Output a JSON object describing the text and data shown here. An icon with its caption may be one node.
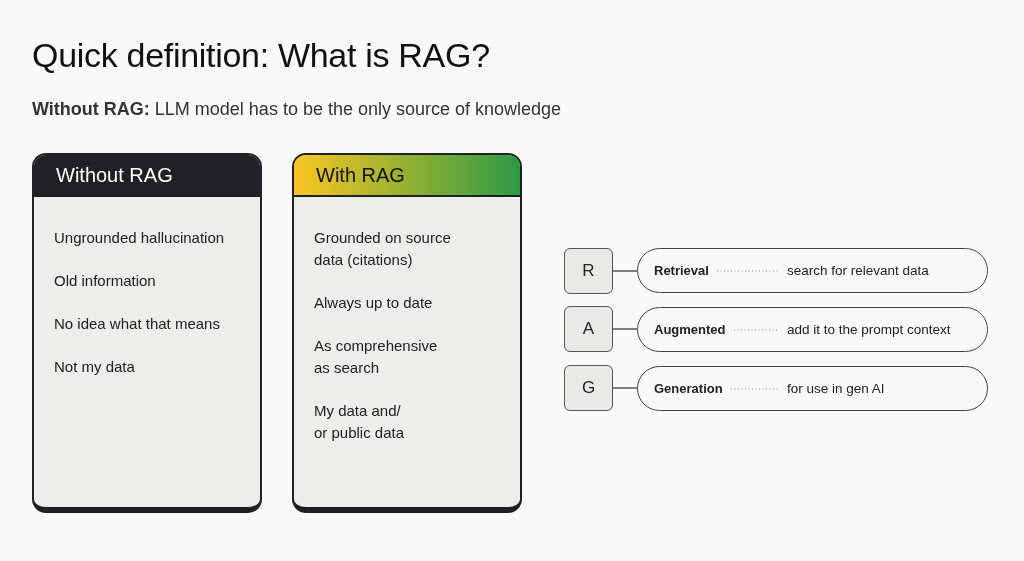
{
  "diagram": {
    "title": "Quick definition: What is RAG?",
    "nodes": [
      {
        "text": [
          "Without RAG",
          "Ungrounded hallucination",
          "Old information",
          "No idea what that means",
          "Not my data"
        ]
      },
      {
        "text": [
          "With RAG",
          "Grounded on source data (citations)",
          "Always up to date",
          "As comprehensive as search",
          "My data and/ or public data"
        ]
      },
      {
        "text": [
          "R"
        ]
      },
      {
        "text": [
          "Retrieval",
          "search for relevant data"
        ]
      },
      {
        "text": [
          "A"
        ]
      },
      {
        "text": [
          "Augmented",
          "add it to the prompt context"
        ]
      },
      {
        "text": [
          "G"
        ]
      },
      {
        "text": [
          "Generation",
          "for use in gen AI"
        ]
      }
    ],
    "edges": [
      {
        "from": 2,
        "to": 3,
        "arrow": "none"
      },
      {
        "from": 4,
        "to": 5,
        "arrow": "none"
      },
      {
        "from": 6,
        "to": 7,
        "arrow": "none"
      }
    ],
    "labels": [
      "**Without RAG:** LLM model has to be the only source of knowledge"
    ]
  }
}
